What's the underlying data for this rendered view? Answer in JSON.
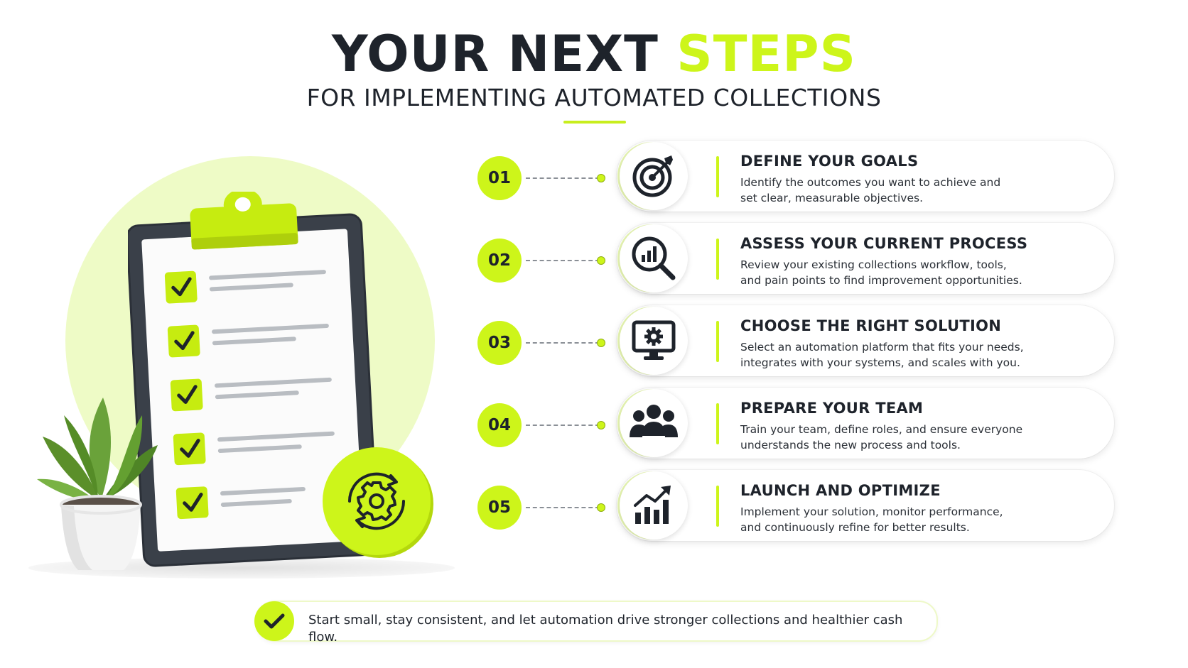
{
  "header": {
    "title_main": "YOUR NEXT ",
    "title_accent": "STEPS",
    "subtitle": "FOR IMPLEMENTING AUTOMATED COLLECTIONS"
  },
  "colors": {
    "accent": "#cdf51a",
    "dark": "#1e232b",
    "glow": "#eefbc6"
  },
  "illustration": {
    "checklist_items": 5,
    "icons": [
      "clipboard-icon",
      "checkbox-icon",
      "gear-cycle-icon",
      "potted-plant-icon"
    ]
  },
  "steps": [
    {
      "number": "01",
      "icon": "target-icon",
      "title": "DEFINE YOUR GOALS",
      "desc_line1": "Identify the outcomes you want to achieve and",
      "desc_line2": "set clear, measurable objectives."
    },
    {
      "number": "02",
      "icon": "magnifier-chart-icon",
      "title": "ASSESS YOUR CURRENT PROCESS",
      "desc_line1": "Review your existing collections workflow, tools,",
      "desc_line2": "and pain points to find improvement opportunities."
    },
    {
      "number": "03",
      "icon": "monitor-gear-icon",
      "title": "CHOOSE THE RIGHT SOLUTION",
      "desc_line1": "Select an automation platform that fits your needs,",
      "desc_line2": "integrates with your systems, and scales with you."
    },
    {
      "number": "04",
      "icon": "team-icon",
      "title": "PREPARE YOUR TEAM",
      "desc_line1": "Train your team, define roles, and ensure everyone",
      "desc_line2": "understands the new process and tools."
    },
    {
      "number": "05",
      "icon": "growth-chart-icon",
      "title": "LAUNCH AND OPTIMIZE",
      "desc_line1": "Implement your solution, monitor performance,",
      "desc_line2": "and continuously refine for better results."
    }
  ],
  "footer": {
    "icon": "check-icon",
    "text": "Start small, stay consistent, and let automation drive stronger collections and healthier cash flow."
  }
}
